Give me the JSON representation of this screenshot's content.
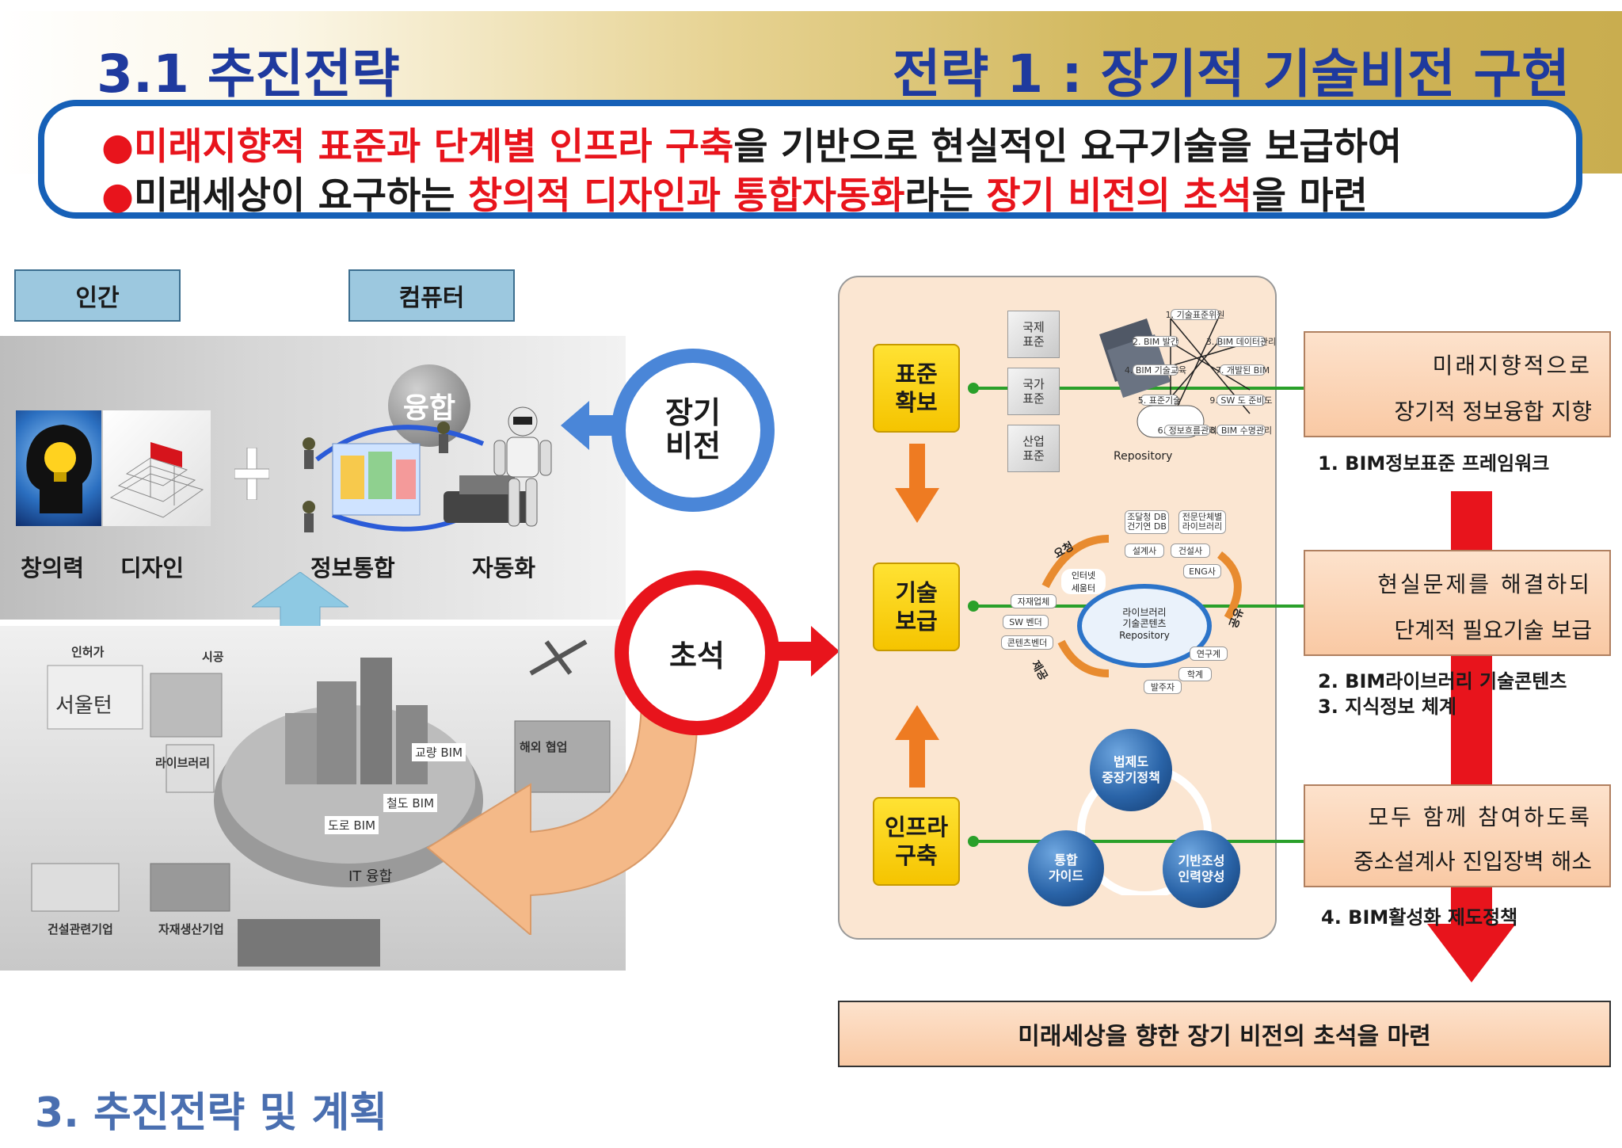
{
  "header": {
    "section_title": "3.1 추진전략",
    "strategy_title": "전략 1 : 장기적 기술비전 구현"
  },
  "summary": {
    "line1": {
      "bullet": "●",
      "red1": "미래지향적 표준과 단계별 인프라 구축",
      "rest": "을 기반으로 현실적인 요구기술을 보급하여"
    },
    "line2": {
      "bullet": "●",
      "text1": "미래세상이 요구하는 ",
      "red1": "창의적 디자인과 통합자동화",
      "text2": "라는 ",
      "red2": "장기 비전의 초석",
      "text3": "을 마련"
    }
  },
  "left": {
    "human_label": "인간",
    "computer_label": "컴퓨터",
    "fusion_label": "융합",
    "captions": [
      "창의력",
      "디자인",
      "정보통합",
      "자동화"
    ],
    "circle_vision": "장기\n비전",
    "circle_foundation": "초석",
    "city": {
      "labels": [
        "인허가",
        "시공",
        "라이브러리",
        "해외 협업",
        "교량 BIM",
        "철도 BIM",
        "도로 BIM",
        "IT 융합",
        "건설관련기업",
        "자재생산기업"
      ],
      "seoul_logo": "서울턴"
    }
  },
  "middle": {
    "boxes": [
      "표준\n확보",
      "기술\n보급",
      "인프라\n구축"
    ],
    "standards": [
      "국제\n표준",
      "국가\n표준",
      "산업\n표준"
    ],
    "repository": "Repository",
    "framework_tags": [
      "1. 기술표준위원",
      "2. BIM 발간",
      "3. BIM 데이터관리",
      "4. BIM 기술교육",
      "5. 표준기술",
      "6. 정보흐름관리",
      "7. 개발된 BIM",
      "8. BIM 수명관리",
      "9. SW 도 준비도"
    ],
    "library": {
      "db_tags": [
        "조달청 DB\n건기연 DB",
        "전문단체별\n라이브러리"
      ],
      "center": "라이브러리\n기술콘텐츠\nRepository",
      "internet": "인터넷\n세움터",
      "actors": [
        "설계사",
        "건설사",
        "ENG사",
        "자재업체",
        "SW 벤더",
        "콘텐츠벤더",
        "연구계",
        "학계",
        "발주자"
      ],
      "arrows": [
        "요청",
        "공유",
        "제공"
      ]
    },
    "balls": [
      "법제도\n중장기정책",
      "통합\n가이드",
      "기반조성\n인력양성"
    ]
  },
  "right": {
    "box1": {
      "line1": "미래지향적으로",
      "line2": "장기적 정보융합 지향"
    },
    "label1": "1. BIM정보표준 프레임워크",
    "box2": {
      "line1": "현실문제를 해결하되",
      "line2": "단계적 필요기술 보급"
    },
    "label2a": "2. BIM라이브러리 기술콘텐츠",
    "label2b": "3. 지식정보 체계",
    "box3": {
      "line1": "모두 함께 참여하도록",
      "line2": "중소설계사 진입장벽 해소"
    },
    "label3": "4. BIM활성화 제도정책",
    "bottom": "미래세상을 향한 장기 비전의 초석을 마련"
  },
  "footer": {
    "title": "3. 추진전략 및 계획"
  },
  "colors": {
    "title_blue": "#1f3a9e",
    "accent_red": "#e8141c",
    "summary_border": "#1660b7",
    "green_line": "#2aa02a"
  }
}
